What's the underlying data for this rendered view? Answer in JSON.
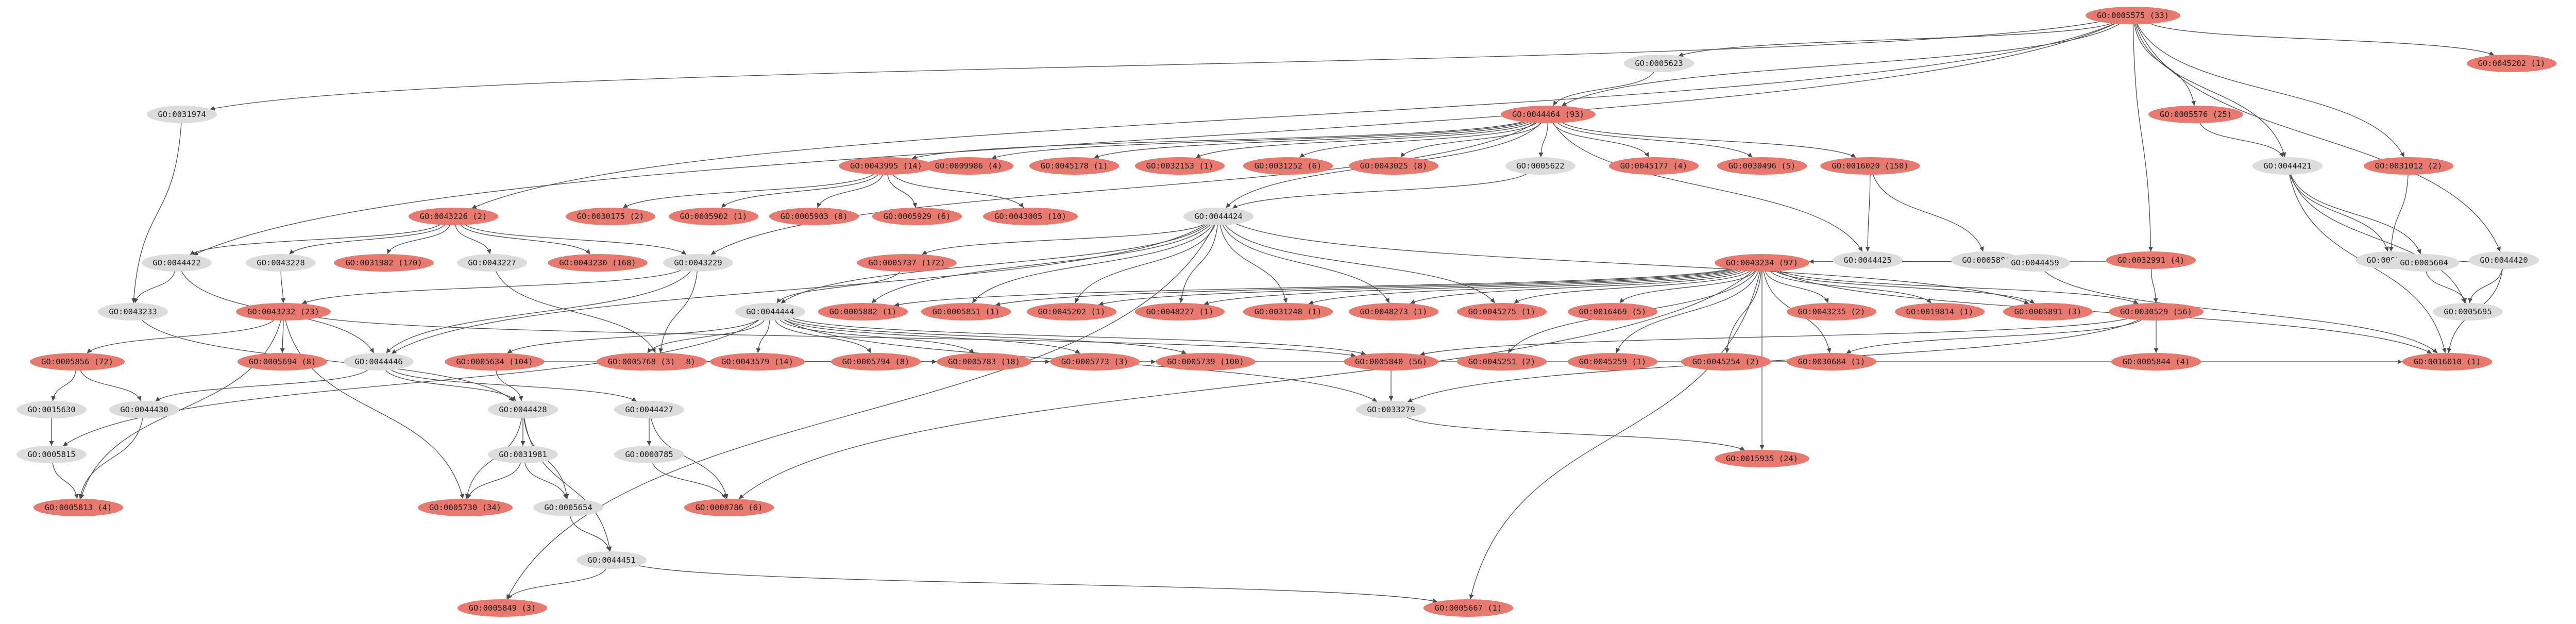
{
  "colors": {
    "highlight": "#e8796e",
    "plain": "#dcdcdc",
    "edge": "#4a4a4a"
  },
  "nodes": [
    {
      "id": "n1",
      "label": "GO:0005575 (33)",
      "hl": true
    },
    {
      "id": "n2",
      "label": "GO:0005623",
      "hl": false
    },
    {
      "id": "n3",
      "label": "GO:0031974",
      "hl": false
    },
    {
      "id": "n4",
      "label": "GO:0044464 (93)",
      "hl": true
    },
    {
      "id": "n5",
      "label": "GO:0005576 (25)",
      "hl": true
    },
    {
      "id": "n6",
      "label": "GO:0045202 (1)",
      "hl": true
    },
    {
      "id": "n7",
      "label": "GO:0043995 (14)",
      "hl": true
    },
    {
      "id": "n8",
      "label": "GO:0009986 (4)",
      "hl": true
    },
    {
      "id": "n9",
      "label": "GO:0045178 (1)",
      "hl": true
    },
    {
      "id": "n10",
      "label": "GO:0032153 (1)",
      "hl": true
    },
    {
      "id": "n11",
      "label": "GO:0031252 (6)",
      "hl": true
    },
    {
      "id": "n12",
      "label": "GO:0043025 (8)",
      "hl": true
    },
    {
      "id": "n13",
      "label": "GO:0005622",
      "hl": false
    },
    {
      "id": "n14",
      "label": "GO:0045177 (4)",
      "hl": true
    },
    {
      "id": "n15",
      "label": "GO:0030496 (5)",
      "hl": true
    },
    {
      "id": "n16",
      "label": "GO:0016020 (150)",
      "hl": true
    },
    {
      "id": "n17",
      "label": "GO:0044421",
      "hl": false
    },
    {
      "id": "n18",
      "label": "GO:0031012 (2)",
      "hl": true
    },
    {
      "id": "n19",
      "label": "GO:0043226 (2)",
      "hl": true
    },
    {
      "id": "n20",
      "label": "GO:0030175 (2)",
      "hl": true
    },
    {
      "id": "n21",
      "label": "GO:0005902 (1)",
      "hl": true
    },
    {
      "id": "n22",
      "label": "GO:0005903 (8)",
      "hl": true
    },
    {
      "id": "n23",
      "label": "GO:0005929 (6)",
      "hl": true
    },
    {
      "id": "n24",
      "label": "GO:0043005 (10)",
      "hl": true
    },
    {
      "id": "n25",
      "label": "GO:0044424",
      "hl": false
    },
    {
      "id": "n26",
      "label": "GO:0044425",
      "hl": false
    },
    {
      "id": "n27",
      "label": "GO:0005886",
      "hl": false
    },
    {
      "id": "n28",
      "label": "GO:0032991 (4)",
      "hl": true
    },
    {
      "id": "n29",
      "label": "GO:0005578",
      "hl": false
    },
    {
      "id": "n30",
      "label": "GO:0044420",
      "hl": false
    },
    {
      "id": "n31",
      "label": "GO:0044422",
      "hl": false
    },
    {
      "id": "n32",
      "label": "GO:0043228",
      "hl": false
    },
    {
      "id": "n33",
      "label": "GO:0031982 (170)",
      "hl": true
    },
    {
      "id": "n34",
      "label": "GO:0043227",
      "hl": false
    },
    {
      "id": "n35",
      "label": "GO:0043230 (168)",
      "hl": true
    },
    {
      "id": "n36",
      "label": "GO:0043229",
      "hl": false
    },
    {
      "id": "n37",
      "label": "GO:0005737 (172)",
      "hl": true
    },
    {
      "id": "n38",
      "label": "GO:0043234 (97)",
      "hl": true
    },
    {
      "id": "n39",
      "label": "GO:0044459",
      "hl": false
    },
    {
      "id": "n40",
      "label": "GO:0005604",
      "hl": false
    },
    {
      "id": "n41",
      "label": "GO:0043233",
      "hl": false
    },
    {
      "id": "n42",
      "label": "GO:0043232 (23)",
      "hl": true
    },
    {
      "id": "n43",
      "label": "GO:0044444",
      "hl": false
    },
    {
      "id": "n44",
      "label": "GO:0005882 (1)",
      "hl": true
    },
    {
      "id": "n45",
      "label": "GO:0005851 (1)",
      "hl": true
    },
    {
      "id": "n46",
      "label": "GO:0045202 (1)",
      "hl": true
    },
    {
      "id": "n47",
      "label": "GO:0048227 (1)",
      "hl": true
    },
    {
      "id": "n48",
      "label": "GO:0031248 (1)",
      "hl": true
    },
    {
      "id": "n49",
      "label": "GO:0048273 (1)",
      "hl": true
    },
    {
      "id": "n50",
      "label": "GO:0045275 (1)",
      "hl": true
    },
    {
      "id": "n51",
      "label": "GO:0016469 (5)",
      "hl": true
    },
    {
      "id": "n52",
      "label": "GO:0043235 (2)",
      "hl": true
    },
    {
      "id": "n53",
      "label": "GO:0019814 (1)",
      "hl": true
    },
    {
      "id": "n54",
      "label": "GO:0005891 (3)",
      "hl": true
    },
    {
      "id": "n55",
      "label": "GO:0030529 (56)",
      "hl": true
    },
    {
      "id": "n56",
      "label": "GO:0005695",
      "hl": false
    },
    {
      "id": "n57",
      "label": "GO:0005856 (72)",
      "hl": true
    },
    {
      "id": "n58",
      "label": "GO:0005694 (8)",
      "hl": true
    },
    {
      "id": "n59",
      "label": "GO:0044446",
      "hl": false
    },
    {
      "id": "n60",
      "label": "GO:0043231 (28)",
      "hl": true
    },
    {
      "id": "n61",
      "label": "GO:0005634 (104)",
      "hl": true
    },
    {
      "id": "n62",
      "label": "GO:0005768 (3)",
      "hl": true
    },
    {
      "id": "n63",
      "label": "GO:0043579 (14)",
      "hl": true
    },
    {
      "id": "n64",
      "label": "GO:0005794 (8)",
      "hl": true
    },
    {
      "id": "n65",
      "label": "GO:0005783 (18)",
      "hl": true
    },
    {
      "id": "n66",
      "label": "GO:0005773 (3)",
      "hl": true
    },
    {
      "id": "n67",
      "label": "GO:0005739 (100)",
      "hl": true
    },
    {
      "id": "n68",
      "label": "GO:0005840 (56)",
      "hl": true
    },
    {
      "id": "n69",
      "label": "GO:0045251 (2)",
      "hl": true
    },
    {
      "id": "n70",
      "label": "GO:0045259 (1)",
      "hl": true
    },
    {
      "id": "n71",
      "label": "GO:0045254 (2)",
      "hl": true
    },
    {
      "id": "n72",
      "label": "GO:0030684 (1)",
      "hl": true
    },
    {
      "id": "n73",
      "label": "GO:0005844 (4)",
      "hl": true
    },
    {
      "id": "n74",
      "label": "GO:0016010 (1)",
      "hl": true
    },
    {
      "id": "n75",
      "label": "GO:0015630",
      "hl": false
    },
    {
      "id": "n76",
      "label": "GO:0044430",
      "hl": false
    },
    {
      "id": "n77",
      "label": "GO:0044428",
      "hl": false
    },
    {
      "id": "n78",
      "label": "GO:0044427",
      "hl": false
    },
    {
      "id": "n79",
      "label": "GO:0033279",
      "hl": false
    },
    {
      "id": "n80",
      "label": "GO:0005815",
      "hl": false
    },
    {
      "id": "n81",
      "label": "GO:0031981",
      "hl": false
    },
    {
      "id": "n82",
      "label": "GO:0000785",
      "hl": false
    },
    {
      "id": "n83",
      "label": "GO:0015935 (24)",
      "hl": true
    },
    {
      "id": "n84",
      "label": "GO:0005813 (4)",
      "hl": true
    },
    {
      "id": "n85",
      "label": "GO:0005730 (34)",
      "hl": true
    },
    {
      "id": "n86",
      "label": "GO:0005654",
      "hl": false
    },
    {
      "id": "n87",
      "label": "GO:0000786 (6)",
      "hl": true
    },
    {
      "id": "n88",
      "label": "GO:0044451",
      "hl": false
    },
    {
      "id": "n89",
      "label": "GO:0005849 (3)",
      "hl": true
    },
    {
      "id": "n90",
      "label": "GO:0005667 (1)",
      "hl": true
    }
  ],
  "edges": [
    [
      "n1",
      "n2"
    ],
    [
      "n1",
      "n3"
    ],
    [
      "n1",
      "n4"
    ],
    [
      "n1",
      "n5"
    ],
    [
      "n1",
      "n6"
    ],
    [
      "n1",
      "n17"
    ],
    [
      "n1",
      "n18"
    ],
    [
      "n1",
      "n19"
    ],
    [
      "n1",
      "n28"
    ],
    [
      "n1",
      "n30"
    ],
    [
      "n1",
      "n31"
    ],
    [
      "n2",
      "n4"
    ],
    [
      "n3",
      "n41"
    ],
    [
      "n4",
      "n7"
    ],
    [
      "n4",
      "n8"
    ],
    [
      "n4",
      "n9"
    ],
    [
      "n4",
      "n10"
    ],
    [
      "n4",
      "n11"
    ],
    [
      "n4",
      "n12"
    ],
    [
      "n4",
      "n13"
    ],
    [
      "n4",
      "n14"
    ],
    [
      "n4",
      "n15"
    ],
    [
      "n4",
      "n16"
    ],
    [
      "n4",
      "n25"
    ],
    [
      "n4",
      "n26"
    ],
    [
      "n4",
      "n36"
    ],
    [
      "n5",
      "n17"
    ],
    [
      "n7",
      "n20"
    ],
    [
      "n7",
      "n21"
    ],
    [
      "n7",
      "n22"
    ],
    [
      "n7",
      "n23"
    ],
    [
      "n7",
      "n24"
    ],
    [
      "n13",
      "n25"
    ],
    [
      "n16",
      "n26"
    ],
    [
      "n16",
      "n27"
    ],
    [
      "n17",
      "n29"
    ],
    [
      "n17",
      "n40"
    ],
    [
      "n17",
      "n56"
    ],
    [
      "n17",
      "n74"
    ],
    [
      "n18",
      "n29"
    ],
    [
      "n19",
      "n31"
    ],
    [
      "n19",
      "n32"
    ],
    [
      "n19",
      "n33"
    ],
    [
      "n19",
      "n34"
    ],
    [
      "n19",
      "n35"
    ],
    [
      "n19",
      "n36"
    ],
    [
      "n25",
      "n37"
    ],
    [
      "n25",
      "n43"
    ],
    [
      "n25",
      "n44"
    ],
    [
      "n25",
      "n45"
    ],
    [
      "n25",
      "n46"
    ],
    [
      "n25",
      "n47"
    ],
    [
      "n25",
      "n48"
    ],
    [
      "n25",
      "n49"
    ],
    [
      "n25",
      "n50"
    ],
    [
      "n25",
      "n54"
    ],
    [
      "n25",
      "n59"
    ],
    [
      "n25",
      "n89"
    ],
    [
      "n26",
      "n39"
    ],
    [
      "n27",
      "n39"
    ],
    [
      "n28",
      "n38"
    ],
    [
      "n28",
      "n55"
    ],
    [
      "n29",
      "n40"
    ],
    [
      "n30",
      "n40"
    ],
    [
      "n30",
      "n56"
    ],
    [
      "n30",
      "n74"
    ],
    [
      "n31",
      "n41"
    ],
    [
      "n31",
      "n59"
    ],
    [
      "n32",
      "n42"
    ],
    [
      "n34",
      "n60"
    ],
    [
      "n36",
      "n42"
    ],
    [
      "n36",
      "n60"
    ],
    [
      "n36",
      "n59"
    ],
    [
      "n37",
      "n43"
    ],
    [
      "n38",
      "n44"
    ],
    [
      "n38",
      "n45"
    ],
    [
      "n38",
      "n46"
    ],
    [
      "n38",
      "n47"
    ],
    [
      "n38",
      "n48"
    ],
    [
      "n38",
      "n49"
    ],
    [
      "n38",
      "n50"
    ],
    [
      "n38",
      "n51"
    ],
    [
      "n38",
      "n52"
    ],
    [
      "n38",
      "n53"
    ],
    [
      "n38",
      "n54"
    ],
    [
      "n38",
      "n55"
    ],
    [
      "n38",
      "n69"
    ],
    [
      "n38",
      "n70"
    ],
    [
      "n38",
      "n71"
    ],
    [
      "n38",
      "n72"
    ],
    [
      "n38",
      "n74"
    ],
    [
      "n38",
      "n83"
    ],
    [
      "n38",
      "n87"
    ],
    [
      "n38",
      "n90"
    ],
    [
      "n39",
      "n74"
    ],
    [
      "n40",
      "n56"
    ],
    [
      "n41",
      "n77"
    ],
    [
      "n42",
      "n57"
    ],
    [
      "n42",
      "n58"
    ],
    [
      "n42",
      "n68"
    ],
    [
      "n42",
      "n84"
    ],
    [
      "n42",
      "n85"
    ],
    [
      "n43",
      "n61"
    ],
    [
      "n43",
      "n62"
    ],
    [
      "n43",
      "n63"
    ],
    [
      "n43",
      "n64"
    ],
    [
      "n43",
      "n65"
    ],
    [
      "n43",
      "n66"
    ],
    [
      "n43",
      "n67"
    ],
    [
      "n43",
      "n68"
    ],
    [
      "n43",
      "n79"
    ],
    [
      "n43",
      "n80"
    ],
    [
      "n55",
      "n68"
    ],
    [
      "n55",
      "n72"
    ],
    [
      "n55",
      "n73"
    ],
    [
      "n55",
      "n79"
    ],
    [
      "n57",
      "n75"
    ],
    [
      "n57",
      "n76"
    ],
    [
      "n59",
      "n76"
    ],
    [
      "n59",
      "n77"
    ],
    [
      "n59",
      "n78"
    ],
    [
      "n60",
      "n61"
    ],
    [
      "n60",
      "n62"
    ],
    [
      "n60",
      "n63"
    ],
    [
      "n60",
      "n64"
    ],
    [
      "n60",
      "n65"
    ],
    [
      "n60",
      "n66"
    ],
    [
      "n60",
      "n67"
    ],
    [
      "n60",
      "n74"
    ],
    [
      "n61",
      "n77"
    ],
    [
      "n68",
      "n79"
    ],
    [
      "n75",
      "n80"
    ],
    [
      "n76",
      "n84"
    ],
    [
      "n77",
      "n81"
    ],
    [
      "n77",
      "n85"
    ],
    [
      "n77",
      "n86"
    ],
    [
      "n77",
      "n88"
    ],
    [
      "n78",
      "n82"
    ],
    [
      "n78",
      "n87"
    ],
    [
      "n79",
      "n83"
    ],
    [
      "n80",
      "n84"
    ],
    [
      "n81",
      "n85"
    ],
    [
      "n81",
      "n86"
    ],
    [
      "n82",
      "n87"
    ],
    [
      "n86",
      "n88"
    ],
    [
      "n88",
      "n89"
    ],
    [
      "n88",
      "n90"
    ]
  ]
}
